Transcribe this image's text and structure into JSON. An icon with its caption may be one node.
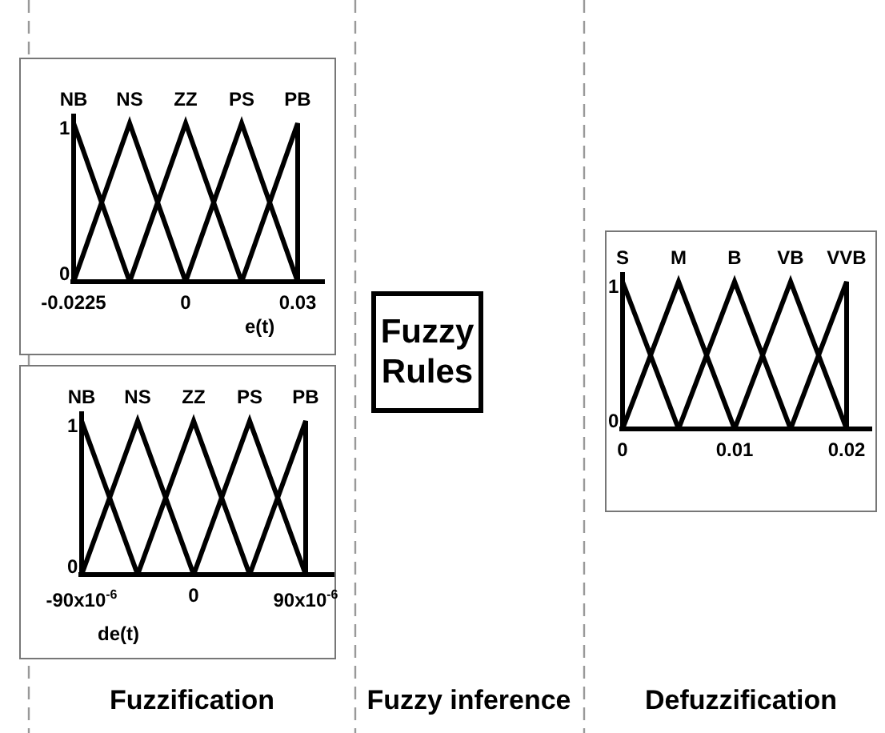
{
  "diagram": {
    "nodes": [
      {
        "text": [
          "NB",
          "NS",
          "ZZ",
          "PS",
          "PB",
          "1",
          "0",
          "-0.0225",
          "0",
          "0.03",
          "e(t)"
        ]
      },
      {
        "text": [
          "NB",
          "NS",
          "ZZ",
          "PS",
          "PB",
          "1",
          "0",
          "-90x10$^{-6}$",
          "0",
          "90x10$^{-6}$",
          "de(t)"
        ]
      },
      {
        "text": [
          "Fuzzy Rules"
        ]
      },
      {
        "text": [
          "S",
          "M",
          "B",
          "VB",
          "VVB",
          "1",
          "0",
          "0",
          "0.01",
          "0.02"
        ]
      }
    ],
    "labels": [
      "Fuzzification",
      "Fuzzy inference",
      "Defuzzification"
    ]
  }
}
